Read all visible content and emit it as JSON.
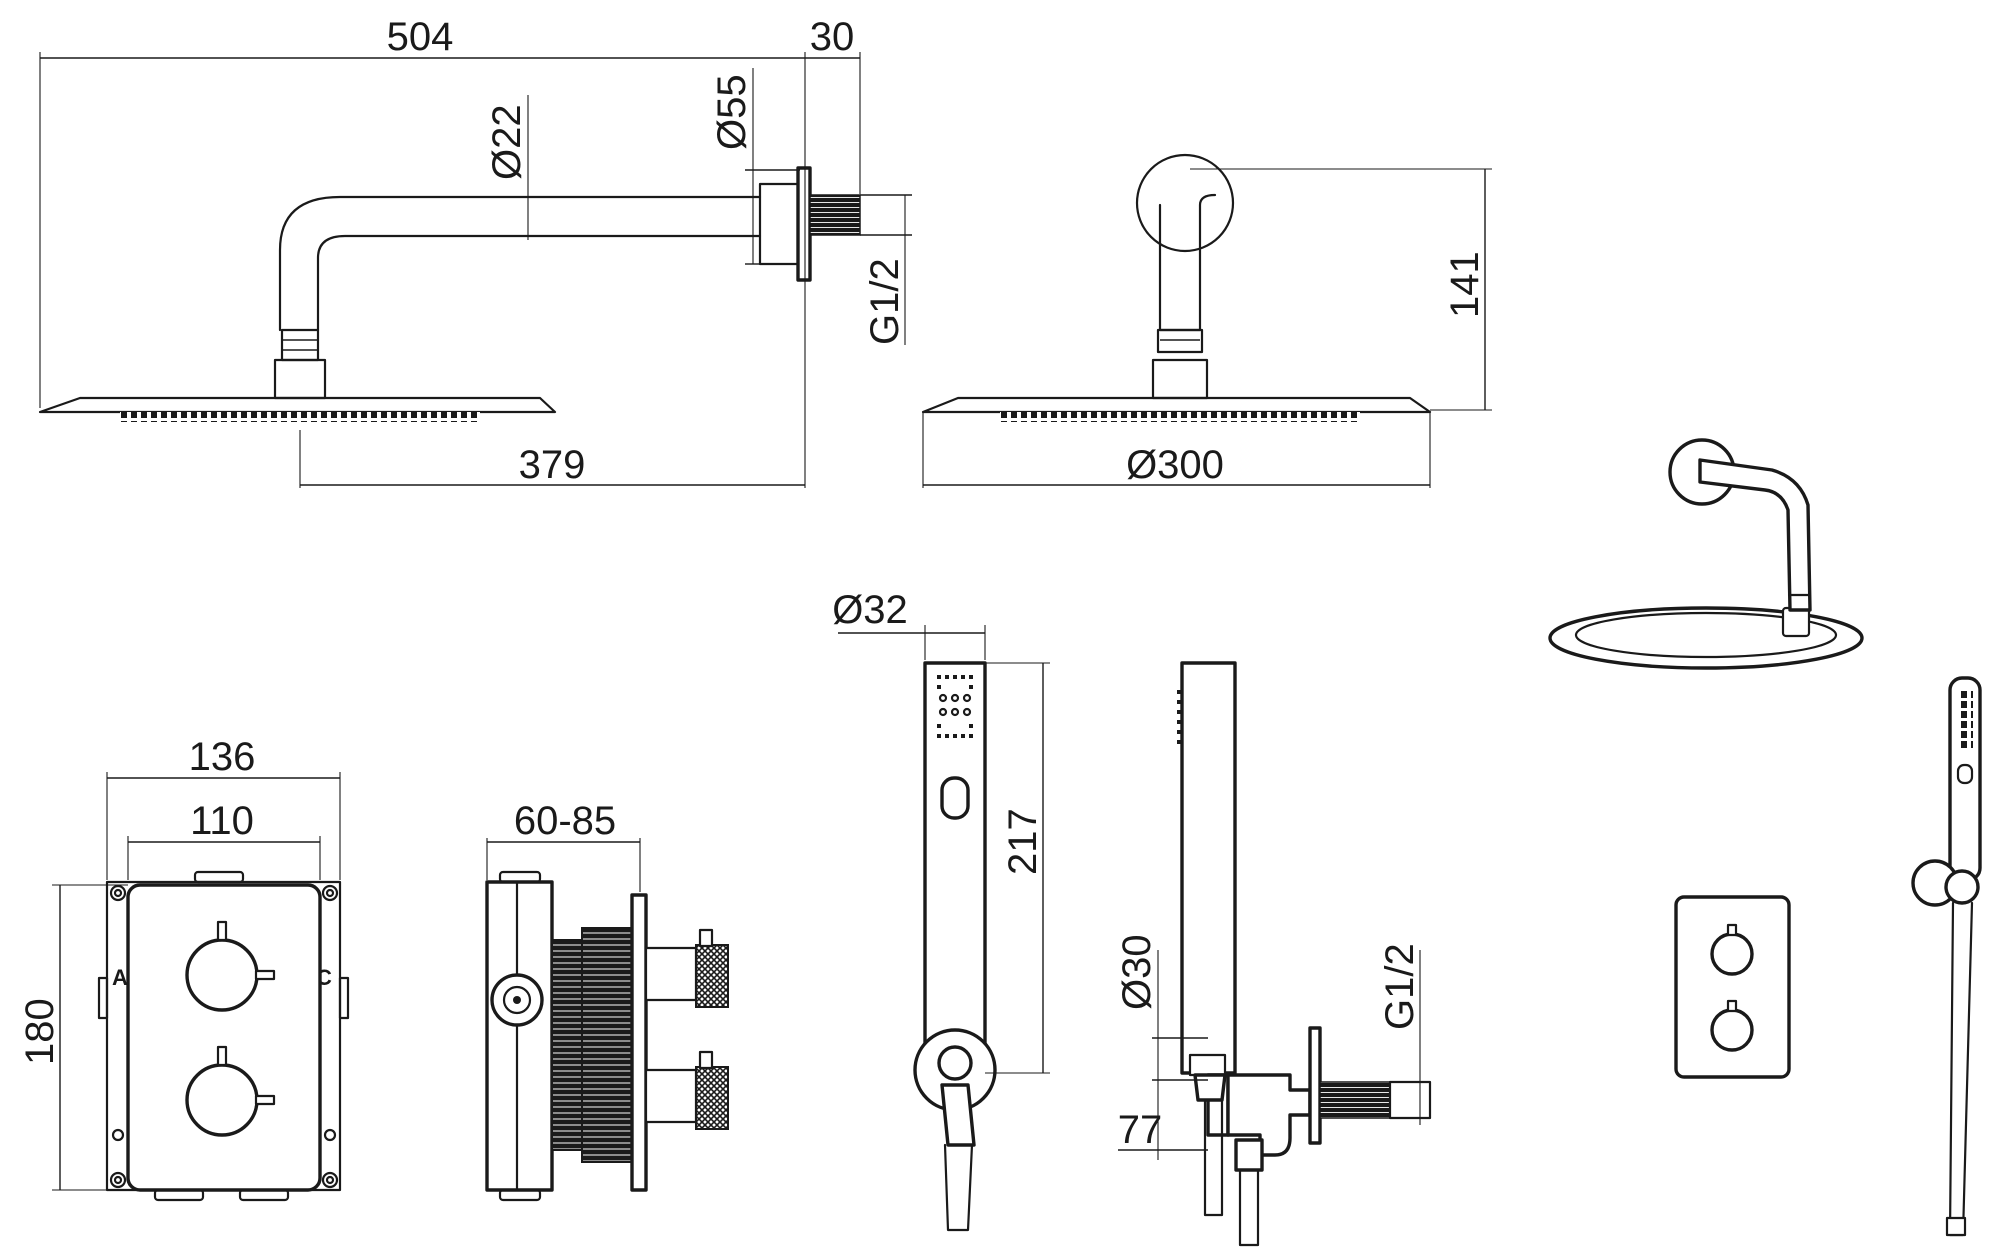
{
  "dimensions": {
    "arm_total_length": "504",
    "flange_depth": "30",
    "flange_diameter": "Ø55",
    "arm_diameter": "Ø22",
    "thread_arm": "G1/2",
    "head_offset": "379",
    "arm_height": "141",
    "head_diameter": "Ø300",
    "plate_width": "136",
    "box_width": "110",
    "plate_height": "180",
    "install_depth": "60-85",
    "handshower_diameter": "Ø32",
    "handshower_length": "217",
    "outlet_diameter": "Ø30",
    "outlet_depth": "77",
    "thread_outlet": "G1/2"
  },
  "box_letters": {
    "left": "A",
    "right": "C"
  },
  "views": [
    "shower-arm-side-view",
    "shower-arm-front-view",
    "thermostat-front-view",
    "thermostat-side-view",
    "handshower-front-view",
    "handshower-side-view",
    "system-overview"
  ]
}
